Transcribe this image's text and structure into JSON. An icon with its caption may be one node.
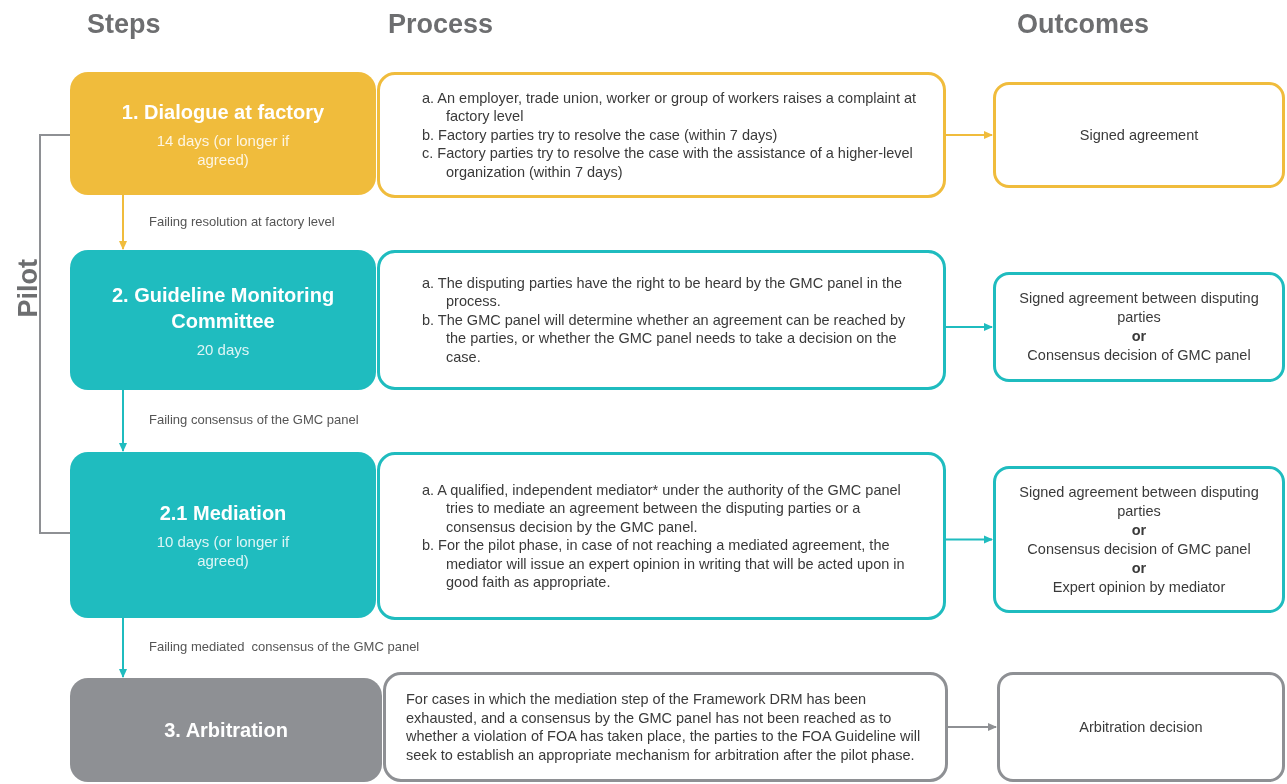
{
  "diagram": {
    "nodes": [
      {
        "text": [
          "1. Dialogue at factory",
          "14 days (or longer if agreed)"
        ]
      },
      {
        "text": [
          "a. An employer, trade union, worker or group of workers raises a complaint at factory level",
          "b. Factory parties try to resolve the case (within 7 days)",
          "c. Factory parties try to resolve the case with the assistance of a higher-level organization (within 7 days)"
        ]
      },
      {
        "text": [
          "Signed agreement"
        ]
      },
      {
        "text": [
          "2. Guideline Monitoring Committee",
          "20 days"
        ]
      },
      {
        "text": [
          "a. The disputing parties have the right to be heard by the GMC panel in the process.",
          "b. The GMC panel will determine whether an agreement can be reached by the parties, or whether the GMC panel needs to take a decision on the case."
        ]
      },
      {
        "text": [
          "Signed agreement between disputing parties",
          "or",
          "Consensus decision of GMC panel"
        ]
      },
      {
        "text": [
          "2.1 Mediation",
          "10 days (or longer if agreed)"
        ]
      },
      {
        "text": [
          "a. A qualified, independent mediator* under the authority of the GMC panel tries to mediate an agreement between the disputing parties or a consensus decision by the GMC panel.",
          "b. For the pilot phase, in case of not reaching a mediated agreement, the mediator will issue an expert opinion in writing that will be acted upon in good faith as appropriate."
        ]
      },
      {
        "text": [
          "Signed agreement between disputing parties",
          "or",
          "Consensus decision of GMC panel",
          "or",
          "Expert opinion by mediator"
        ]
      },
      {
        "text": [
          "3. Arbitration"
        ]
      },
      {
        "text": [
          "For cases in which the mediation step of the Framework DRM has been exhausted, and a consensus by the GMC panel has not been reached as to whether a violation of FOA has taken place, the parties to the FOA Guideline will seek to establish an appropriate mechanism for arbitration after the pilot phase."
        ]
      },
      {
        "text": [
          "Arbitration decision"
        ]
      }
    ],
    "edges": [
      {
        "from": 1,
        "to": 2,
        "arrow": "to",
        "color": "#f0bc3c"
      },
      {
        "from": 0,
        "to": 3,
        "arrow": "to",
        "label": "Failing resolution at factory level",
        "color": "#f0bc3c"
      },
      {
        "from": 4,
        "to": 5,
        "arrow": "to"
      },
      {
        "from": 3,
        "to": 6,
        "arrow": "to",
        "label": "Failing consensus of the GMC panel"
      },
      {
        "from": 7,
        "to": 8,
        "arrow": "to"
      },
      {
        "from": 6,
        "to": 9,
        "arrow": "to",
        "label": "Failing mediated  consensus of the GMC panel"
      },
      {
        "from": 10,
        "to": 11,
        "arrow": "to",
        "color": "#8e9094"
      }
    ],
    "labels": [
      "Steps",
      "Process",
      "Outcomes",
      "Pilot"
    ]
  }
}
